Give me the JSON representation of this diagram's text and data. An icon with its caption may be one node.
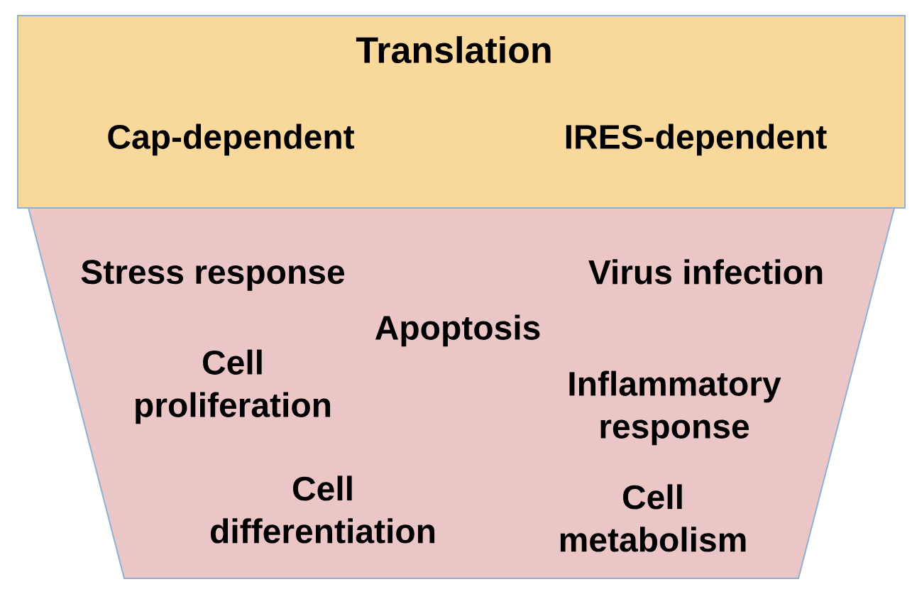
{
  "diagram": {
    "nodes": [
      {
        "text": [
          "Translation",
          "Cap-dependent",
          "IRES-dependent"
        ]
      },
      {
        "text": [
          "Stress response",
          "Virus infection",
          "Apoptosis",
          "Cell proliferation",
          "Inflammatory response",
          "Cell differentiation",
          "Cell metabolism"
        ]
      }
    ]
  }
}
